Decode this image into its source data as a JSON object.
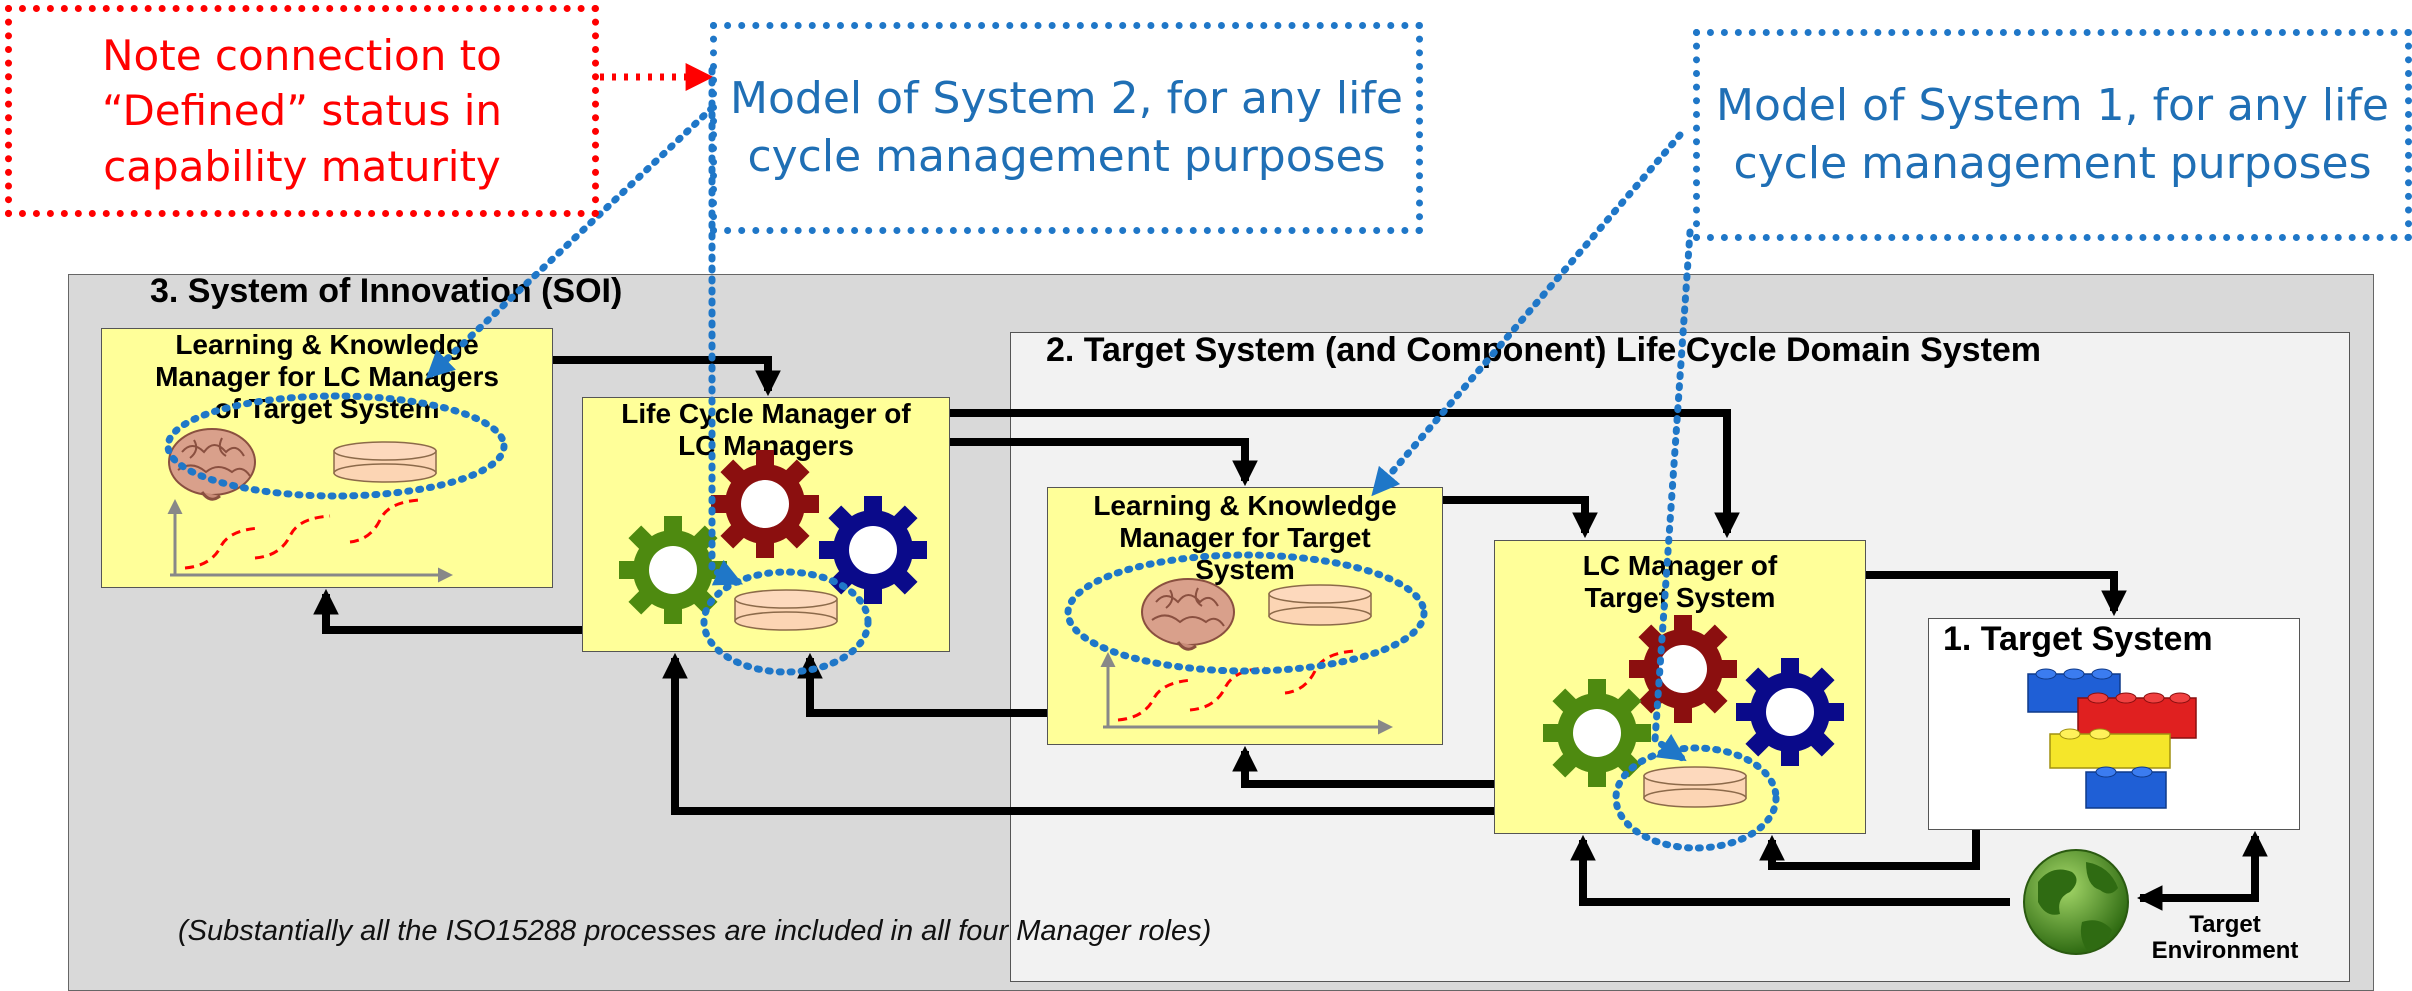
{
  "callouts": {
    "note": "Note connection to\n“Defined” status in\ncapability maturity",
    "model2": "Model of System 2,   for any life\ncycle management purposes",
    "model1": "Model of System 1,   for any life\ncycle management purposes"
  },
  "panels": {
    "soi_title": "3.  System of Innovation (SOI)",
    "domain_title": "2.  Target System (and Component)  Life Cycle Domain System",
    "target_title": "1. Target System"
  },
  "boxes": {
    "lk_soi": "Learning & Knowledge\nManager for LC Managers\nof Target System",
    "lc_of_lc": "Life Cycle Manager of\nLC Managers",
    "lk_target": "Learning & Knowledge\nManager for Target\nSystem",
    "lc_target": "LC Manager of\nTarget System"
  },
  "environment_label": "Target\nEnvironment",
  "footnote": "(Substantially all the ISO15288 processes are included in all four Manager roles)",
  "colors": {
    "note_red": "#ff0000",
    "model_blue": "#1f6fb5",
    "box_yellow": "#ffff99",
    "soi_gray": "#d9d9d9",
    "domain_gray": "#f2f2f2",
    "gear_green": "#4e8a10",
    "gear_red": "#8b0f0f",
    "gear_blue": "#0a0a8a",
    "database": "#fcd5b4"
  },
  "icons": [
    "brain-icon",
    "database-icon",
    "gear-icon",
    "lego-bricks-icon",
    "globe-icon",
    "learning-curve-icon"
  ]
}
